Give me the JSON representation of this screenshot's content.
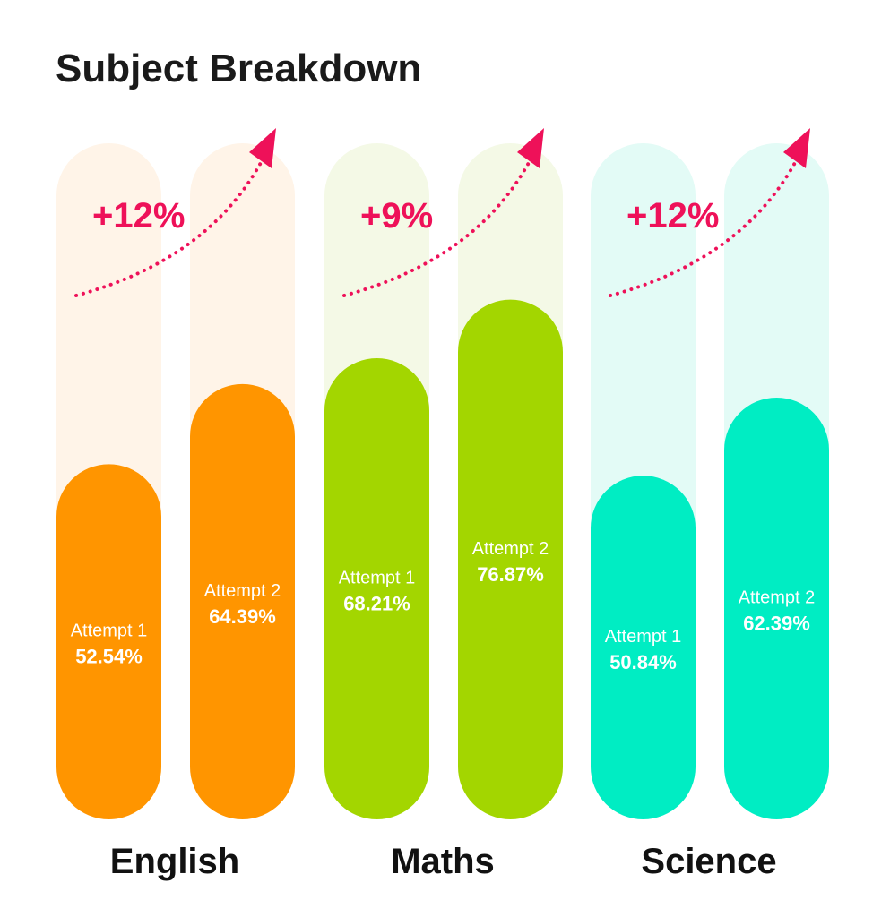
{
  "chart_data": {
    "type": "bar",
    "title": "Subject Breakdown",
    "categories": [
      "English",
      "Maths",
      "Science"
    ],
    "series_labels": [
      "Attempt 1",
      "Attempt 2"
    ],
    "ylim": [
      0,
      100
    ],
    "groups": [
      {
        "name": "English",
        "values": [
          52.54,
          64.39
        ],
        "value_labels": [
          "52.54%",
          "64.39%"
        ],
        "change": "+12%",
        "color": "#FF9500",
        "track": "#FFF4E8"
      },
      {
        "name": "Maths",
        "values": [
          68.21,
          76.87
        ],
        "value_labels": [
          "68.21%",
          "76.87%"
        ],
        "change": "+9%",
        "color": "#A3D600",
        "track": "#F4F9E6"
      },
      {
        "name": "Science",
        "values": [
          50.84,
          62.39
        ],
        "value_labels": [
          "50.84%",
          "62.39%"
        ],
        "change": "+12%",
        "color": "#00EDC3",
        "track": "#E3FBF6"
      }
    ],
    "accent": "#EE1159"
  }
}
